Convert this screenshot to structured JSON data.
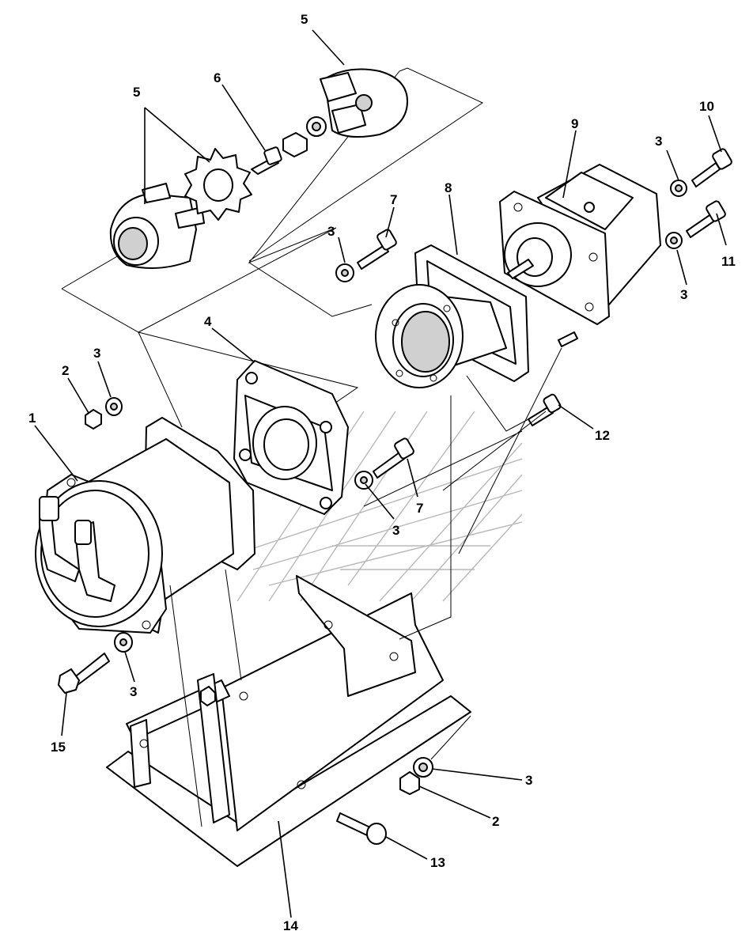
{
  "callouts": [
    {
      "id": "c5a",
      "text": "5"
    },
    {
      "id": "c5b",
      "text": "5"
    },
    {
      "id": "c6",
      "text": "6"
    },
    {
      "id": "c7a",
      "text": "7"
    },
    {
      "id": "c8",
      "text": "8"
    },
    {
      "id": "c9",
      "text": "9"
    },
    {
      "id": "c10",
      "text": "10"
    },
    {
      "id": "c3a",
      "text": "3"
    },
    {
      "id": "c3b",
      "text": "3"
    },
    {
      "id": "c11",
      "text": "11"
    },
    {
      "id": "c3c",
      "text": "3"
    },
    {
      "id": "c4",
      "text": "4"
    },
    {
      "id": "c3d",
      "text": "3"
    },
    {
      "id": "c2a",
      "text": "2"
    },
    {
      "id": "c1",
      "text": "1"
    },
    {
      "id": "c12",
      "text": "12"
    },
    {
      "id": "c7b",
      "text": "7"
    },
    {
      "id": "c3e",
      "text": "3"
    },
    {
      "id": "c3f",
      "text": "3"
    },
    {
      "id": "c15",
      "text": "15"
    },
    {
      "id": "c3g",
      "text": "3"
    },
    {
      "id": "c2b",
      "text": "2"
    },
    {
      "id": "c13",
      "text": "13"
    },
    {
      "id": "c14",
      "text": "14"
    }
  ]
}
